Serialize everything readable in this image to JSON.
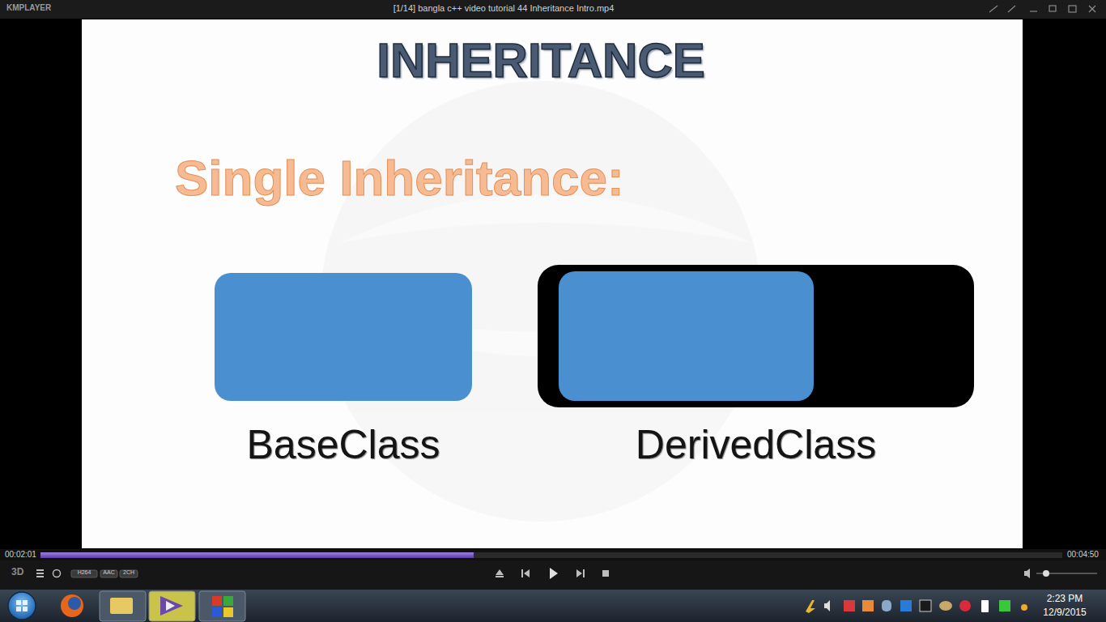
{
  "diagram": {
    "title": "INHERITANCE",
    "nodes": [
      {
        "text": [
          "BaseClass"
        ]
      },
      {
        "text": [
          "DerivedClass"
        ]
      }
    ],
    "labels": [
      "KMPLAYER",
      "[1/14] bangla c++ video tutorial 44 Inheritance Intro.mp4",
      "Single Inheritance:",
      "00:02:01",
      "00:04:50",
      "H264",
      "AAC",
      "2CH",
      "3D",
      "2:23 PM",
      "12/9/2015"
    ]
  }
}
